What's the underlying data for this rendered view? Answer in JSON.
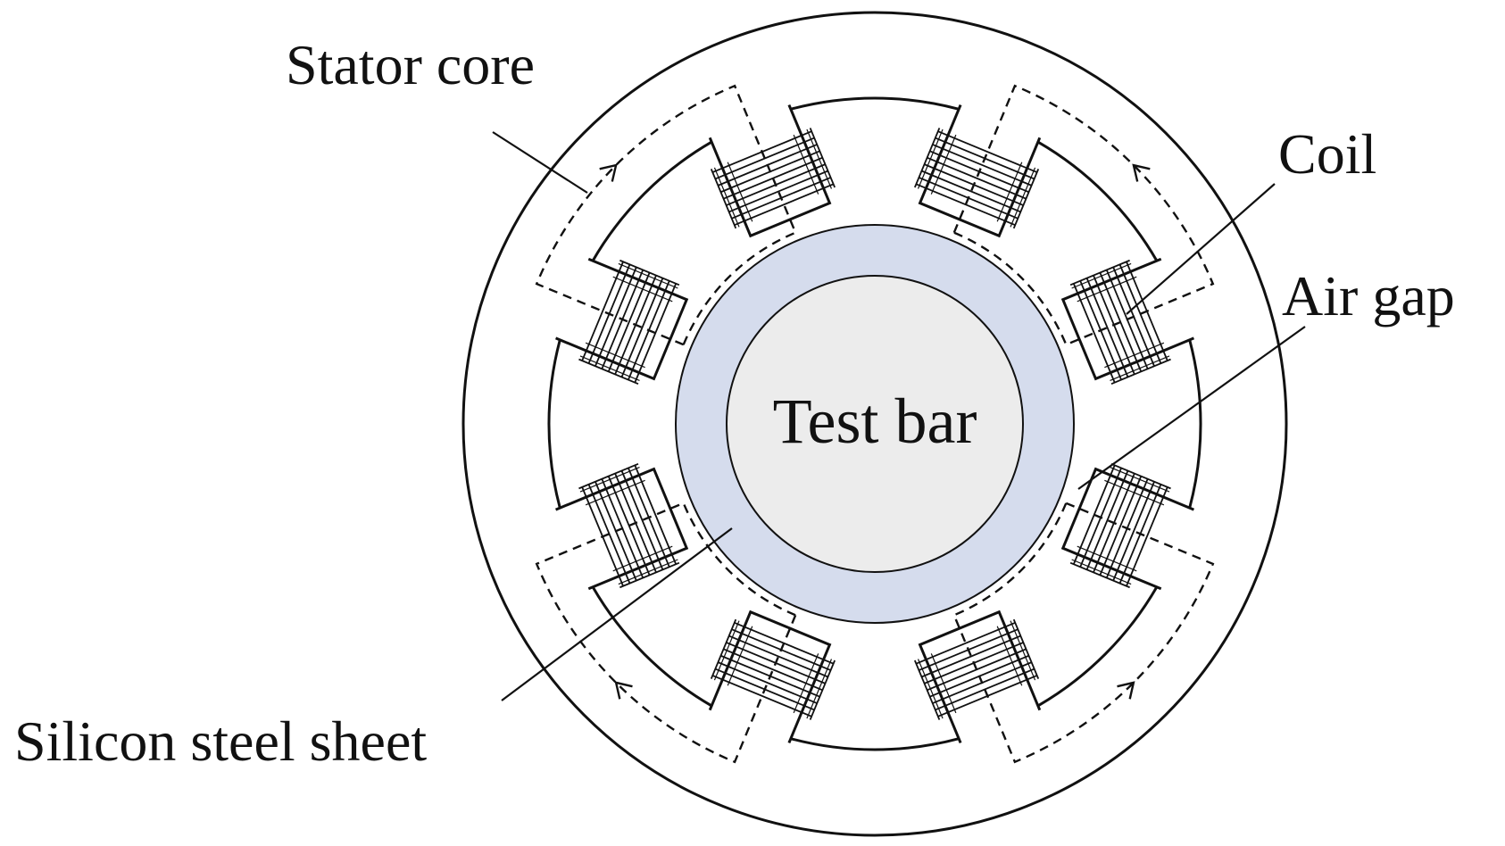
{
  "labels": {
    "stator_core": "Stator core",
    "coil": "Coil",
    "air_gap": "Air gap",
    "test_bar": "Test bar",
    "silicon_steel_sheet": "Silicon steel sheet"
  },
  "colors": {
    "line": "#111111",
    "silicon_sheet_fill": "#d5dced",
    "test_bar_fill": "#ececec",
    "background": "#ffffff"
  },
  "pole_count": 8,
  "flux_loops": 4
}
